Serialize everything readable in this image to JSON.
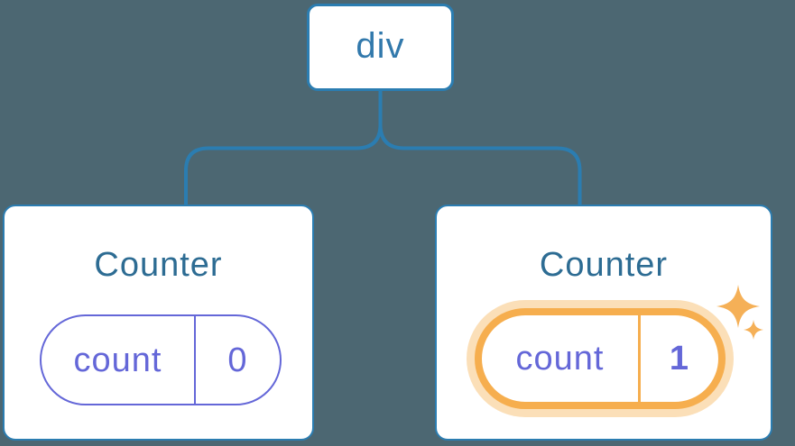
{
  "diagram": {
    "description": "React component tree with state",
    "background_color": "#4C6772",
    "root_node": {
      "label": "div"
    },
    "children": [
      {
        "title": "Counter",
        "state_name": "count",
        "state_value": "0",
        "highlighted": false
      },
      {
        "title": "Counter",
        "state_name": "count",
        "state_value": "1",
        "highlighted": true
      }
    ],
    "colors": {
      "connector_blue": "#2B7DB1",
      "root_label_blue": "#3279AC",
      "title_steel_blue": "#2D6C93",
      "state_purple": "#6467D8",
      "highlight_orange": "#F6AE4E",
      "highlight_halo": "#FBE2BB",
      "sparkle_orange": "#F5B057",
      "card_background": "#FFFFFF"
    }
  }
}
